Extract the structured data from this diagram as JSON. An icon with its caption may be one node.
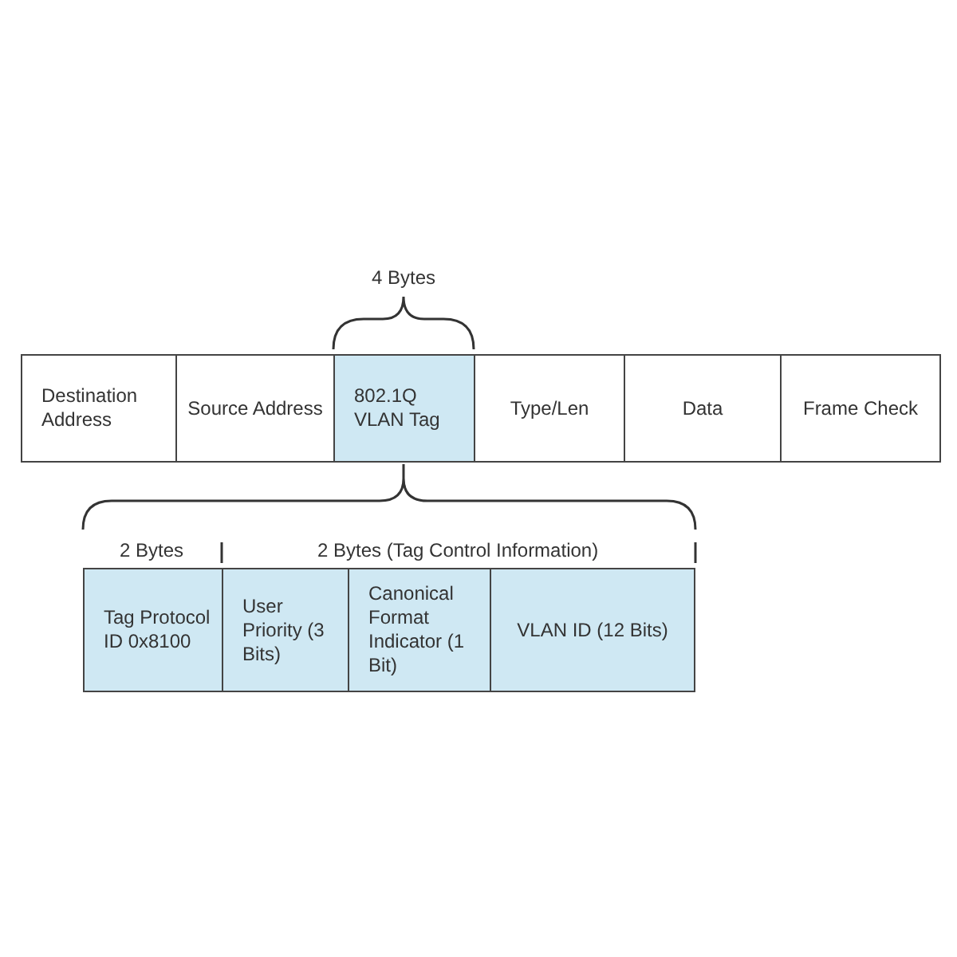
{
  "diagram": {
    "nodes": [
      {
        "text": [
          "Destination Address"
        ]
      },
      {
        "text": [
          "Source Address"
        ]
      },
      {
        "text": [
          "802.1Q VLAN Tag"
        ]
      },
      {
        "text": [
          "Type/Len"
        ]
      },
      {
        "text": [
          "Data"
        ]
      },
      {
        "text": [
          "Frame Check"
        ]
      },
      {
        "text": [
          "Tag Protocol ID 0x8100"
        ]
      },
      {
        "text": [
          "User Priority (3 Bits)"
        ]
      },
      {
        "text": [
          "Canonical Format Indicator (1 Bit)"
        ]
      },
      {
        "text": [
          "VLAN ID (12 Bits)"
        ]
      }
    ],
    "edges": [],
    "labels": [
      "4 Bytes",
      "2 Bytes",
      "2 Bytes (Tag Control Information)"
    ]
  }
}
